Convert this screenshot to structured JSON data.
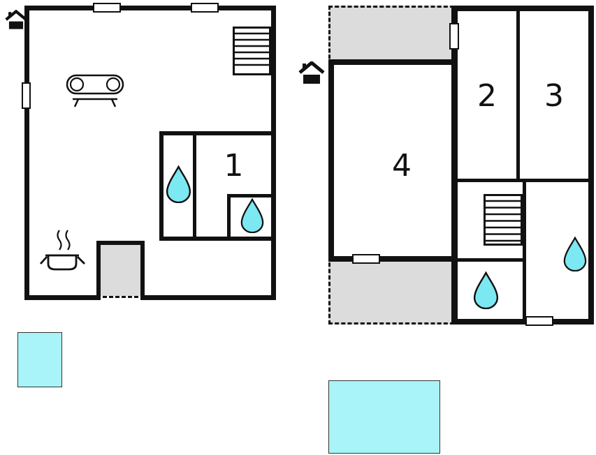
{
  "rooms": {
    "room1": {
      "label": "1"
    },
    "room2": {
      "label": "2"
    },
    "room3": {
      "label": "3"
    },
    "room4": {
      "label": "4"
    }
  },
  "colors": {
    "wall": "#111111",
    "terrace_fill": "#dcdcdc",
    "waterdrop_fill": "#7ce8f2",
    "pool_fill": "#a8f4f8",
    "background": "#ffffff"
  },
  "icons": {
    "entrance_marker": "house-icon",
    "living_area": "sofa-icon",
    "kitchen": "stove-icon",
    "staircase": "stairs-icon",
    "water_fixture": "waterdrop-icon"
  }
}
